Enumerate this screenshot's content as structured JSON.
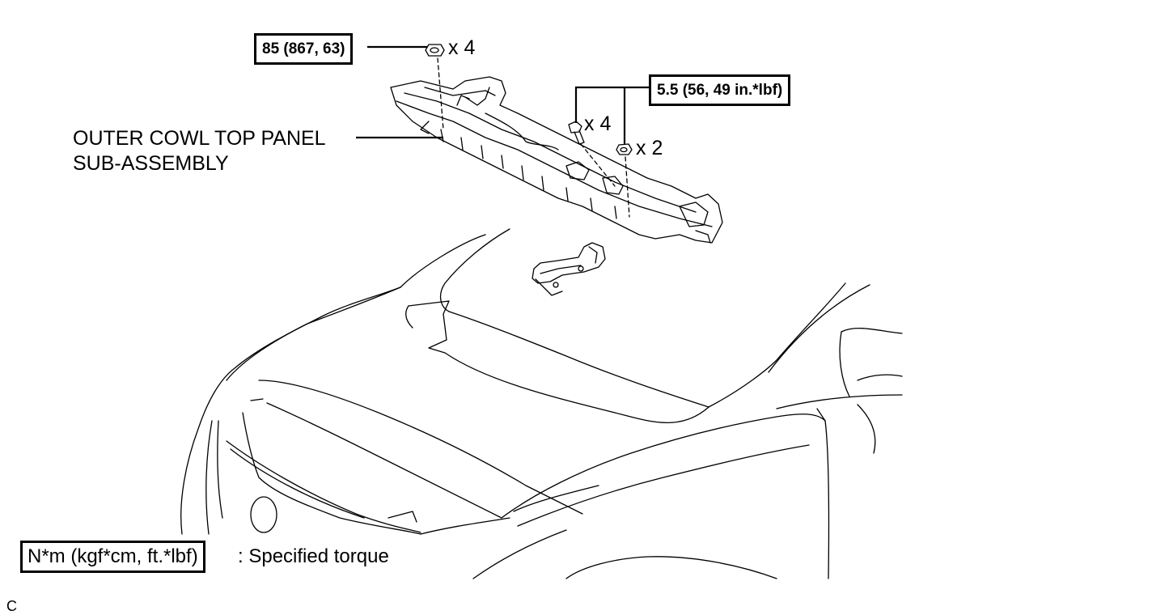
{
  "callouts": {
    "nut_top": {
      "torque": "85 (867, 63)",
      "quantity": "x 4"
    },
    "right_group": {
      "torque": "5.5 (56, 49 in.*lbf)",
      "bolt_quantity": "x 4",
      "nut_quantity": "x 2"
    }
  },
  "part_label": {
    "line1": "OUTER COWL TOP PANEL",
    "line2": "SUB-ASSEMBLY"
  },
  "legend": {
    "unit_box": "N*m (kgf*cm, ft.*lbf)",
    "description": ": Specified torque"
  },
  "figure_code": "C"
}
